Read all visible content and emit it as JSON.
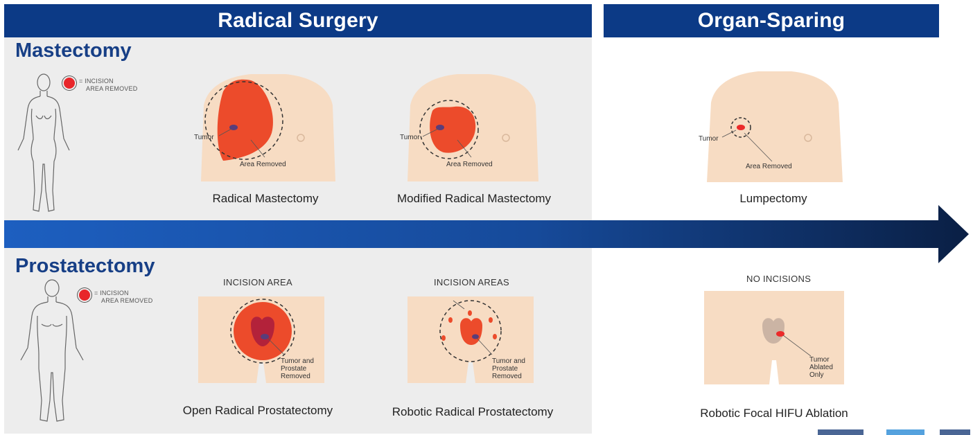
{
  "headers": {
    "radical": "Radical Surgery",
    "organ_sparing": "Organ-Sparing"
  },
  "mastectomy": {
    "title": "Mastectomy",
    "legend_line1": "= INCISION",
    "legend_line2": "AREA REMOVED",
    "procedures": [
      {
        "caption": "Radical Mastectomy",
        "tumor": "Tumor",
        "area": "Area Removed"
      },
      {
        "caption": "Modified Radical Mastectomy",
        "tumor": "Tumor",
        "area": "Area Removed"
      },
      {
        "caption": "Lumpectomy",
        "tumor": "Tumor",
        "area": "Area Removed"
      }
    ]
  },
  "prostatectomy": {
    "title": "Prostatectomy",
    "legend_line1": "= INCISION",
    "legend_line2": "AREA REMOVED",
    "procedures": [
      {
        "caption": "Open Radical Prostatectomy",
        "top_label": "INCISION AREA",
        "anno1": "Tumor and",
        "anno2": "Prostate",
        "anno3": "Removed"
      },
      {
        "caption": "Robotic Radical Prostatectomy",
        "top_label": "INCISION AREAS",
        "anno1": "Tumor and",
        "anno2": "Prostate",
        "anno3": "Removed"
      },
      {
        "caption": "Robotic Focal HIFU Ablation",
        "top_label": "NO INCISIONS",
        "anno1": "Tumor",
        "anno2": "Ablated",
        "anno3": "Only"
      }
    ]
  },
  "colors": {
    "header": "#0c3a86",
    "title": "#173f86",
    "incision": "#e8262a",
    "skin": "#f7dcc3",
    "panel": "#ededed"
  }
}
